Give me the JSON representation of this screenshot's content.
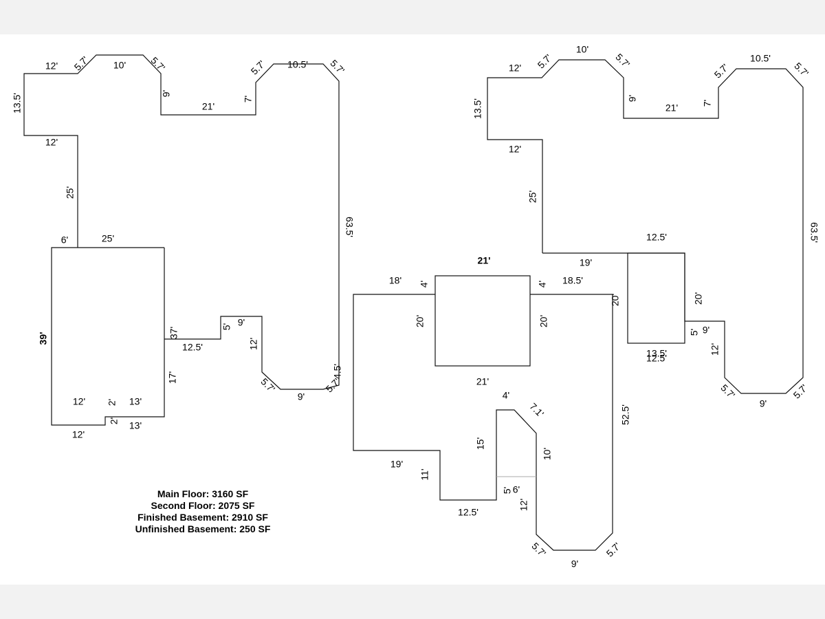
{
  "summary": {
    "main_floor": "Main Floor: 3160 SF",
    "second_floor": "Second Floor: 2075 SF",
    "finished_basement": "Finished Basement: 2910 SF",
    "unfinished_basement": "Unfinished Basement: 250 SF"
  },
  "left_plan": {
    "dims": [
      "12'",
      "5.7'",
      "10'",
      "5.7'",
      "13.5'",
      "9'",
      "21'",
      "7'",
      "5.7'",
      "10.5'",
      "5.7'",
      "12'",
      "25'",
      "63.5'",
      "6'",
      "25'",
      "39'",
      "37'",
      "12.5'",
      "5'",
      "9'",
      "12'",
      "17'",
      "5.7'",
      "9'",
      "5.7'",
      "4.5'",
      "12'",
      "2'",
      "13'",
      "2'",
      "13'",
      "12'"
    ]
  },
  "right_plan": {
    "dims": [
      "12'",
      "5.7'",
      "10'",
      "5.7'",
      "13.5'",
      "9'",
      "21'",
      "7'",
      "5.7'",
      "10.5'",
      "5.7'",
      "12'",
      "25'",
      "63.5'",
      "12.5'",
      "19'",
      "21'",
      "18'",
      "4'",
      "4'",
      "18.5'",
      "20'",
      "20'",
      "20'",
      "20'",
      "21'",
      "5'",
      "9'",
      "12'",
      "13.5'",
      "12.5'",
      "5.7'",
      "9'",
      "5.7'",
      "52.5'",
      "4'",
      "7.1'",
      "15'",
      "10'",
      "19'",
      "11'",
      "12.5'",
      "5'",
      "6'",
      "12'",
      "5.7'",
      "9'",
      "5.7'"
    ]
  }
}
